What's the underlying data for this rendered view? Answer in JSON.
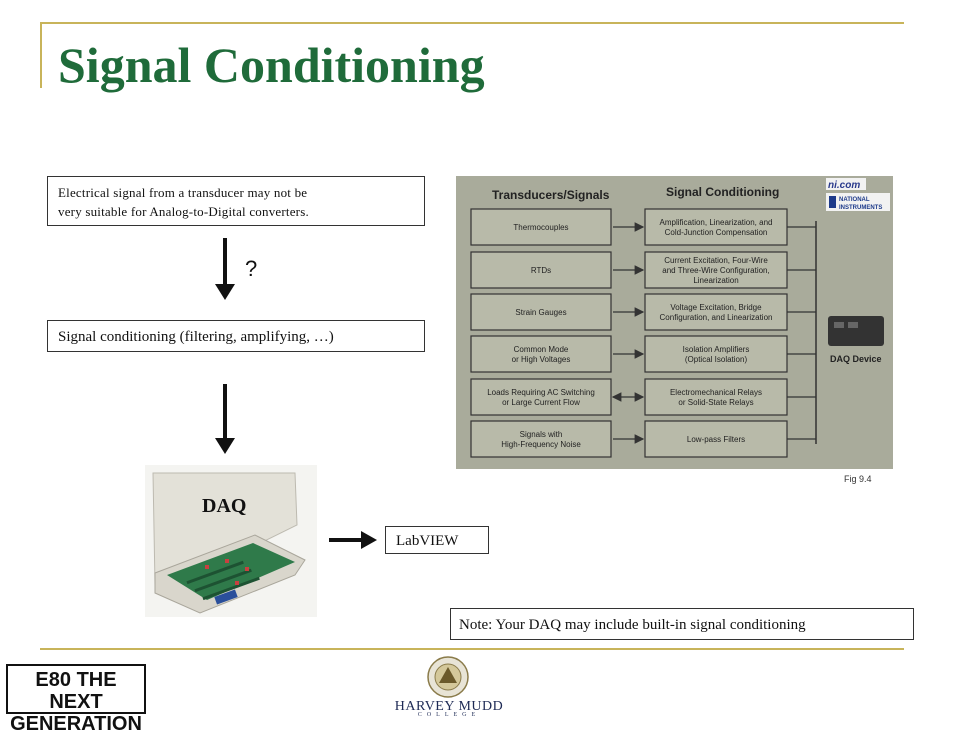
{
  "slide": {
    "title": "Signal Conditioning"
  },
  "flow": {
    "transducer_text_line1": "Electrical signal from a transducer may not be",
    "transducer_text_line2": "very suitable for Analog-to-Digital converters.",
    "question_mark": "?",
    "conditioning_text": "Signal conditioning (filtering, amplifying, …)",
    "daq_label": "DAQ",
    "labview_label": "LabVIEW",
    "note": "Note: Your DAQ may include built-in signal conditioning"
  },
  "figure": {
    "caption": "Fig 9.4",
    "header_left": "Transducers/Signals",
    "header_right": "Signal Conditioning",
    "brand_site": "ni.com",
    "brand_name_1": "NATIONAL",
    "brand_name_2": "INSTRUMENTS",
    "device_label": "DAQ Device",
    "rows": [
      {
        "left": [
          "Thermocouples"
        ],
        "right": [
          "Amplification, Linearization, and",
          "Cold-Junction Compensation"
        ]
      },
      {
        "left": [
          "RTDs"
        ],
        "right": [
          "Current Excitation, Four-Wire",
          "and Three-Wire Configuration,",
          "Linearization"
        ]
      },
      {
        "left": [
          "Strain Gauges"
        ],
        "right": [
          "Voltage Excitation, Bridge",
          "Configuration, and Linearization"
        ]
      },
      {
        "left": [
          "Common Mode",
          "or High Voltages"
        ],
        "right": [
          "Isolation Amplifiers",
          "(Optical Isolation)"
        ]
      },
      {
        "left": [
          "Loads Requiring AC Switching",
          "or Large Current Flow"
        ],
        "right": [
          "Electromechanical Relays",
          "or Solid-State Relays"
        ]
      },
      {
        "left": [
          "Signals with",
          "High-Frequency Noise"
        ],
        "right": [
          "Low-pass Filters"
        ]
      }
    ]
  },
  "footer": {
    "badge_line1": "E80 THE NEXT",
    "badge_line2": "GENERATION",
    "college_name": "HARVEY MUDD",
    "college_sub": "COLLEGE"
  },
  "colors": {
    "title_green": "#1f6b3a",
    "rule_gold": "#c8b45a",
    "college_navy": "#1e2a55"
  }
}
